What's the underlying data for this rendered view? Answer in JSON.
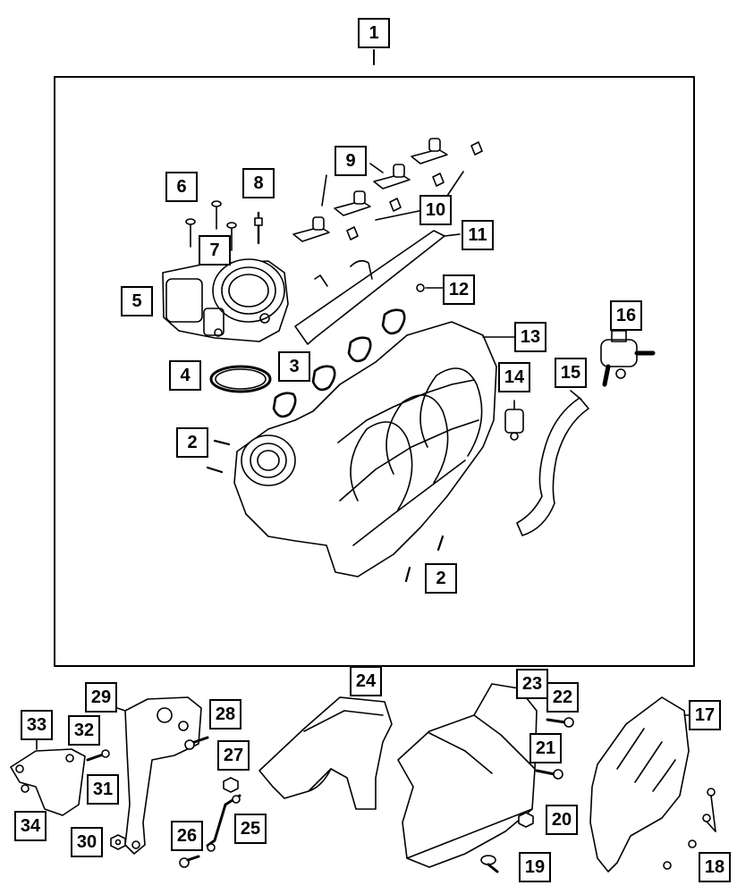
{
  "callouts": {
    "c1": "1",
    "c2a": "2",
    "c2b": "2",
    "c3": "3",
    "c4": "4",
    "c5": "5",
    "c6": "6",
    "c7": "7",
    "c8": "8",
    "c9": "9",
    "c10": "10",
    "c11": "11",
    "c12": "12",
    "c13": "13",
    "c14": "14",
    "c15": "15",
    "c16": "16",
    "c17": "17",
    "c18": "18",
    "c19": "19",
    "c20": "20",
    "c21": "21",
    "c22": "22",
    "c23": "23",
    "c24": "24",
    "c25": "25",
    "c26": "26",
    "c27": "27",
    "c28": "28",
    "c29": "29",
    "c30": "30",
    "c31": "31",
    "c32": "32",
    "c33": "33",
    "c34": "34"
  },
  "colors": {
    "line": "#000000",
    "background": "#ffffff",
    "part_fill": "#ffffff",
    "shade": "#d8d8d8"
  }
}
